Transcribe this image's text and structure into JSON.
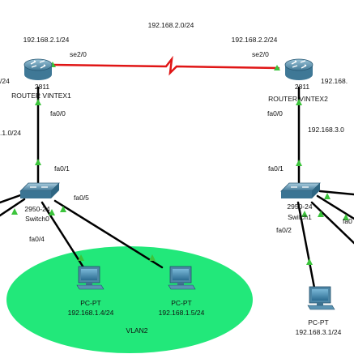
{
  "topology": {
    "wan_network": "192.168.2.0/24",
    "vlan_label": "VLAN2",
    "routers": [
      {
        "id": "r1",
        "model": "2811",
        "name": "ROUTER VINTEX1",
        "ip": "192.168.2.1/24",
        "serial_port": "se2/0",
        "lan_port": "fa0/0",
        "lan_network": ".1.0/24",
        "edge_text": "/24"
      },
      {
        "id": "r2",
        "model": "2811",
        "name": "ROUTER VINTEX2",
        "ip": "192.168.2.2/24",
        "serial_port": "se2/0",
        "lan_port": "fa0/0",
        "lan_network": "192.168.3.0",
        "edge_text": "192.168."
      }
    ],
    "switches": [
      {
        "id": "sw0",
        "model": "2950-24",
        "name": "Switch0",
        "uplink_port": "fa0/1",
        "ports": [
          "fa0/5",
          "fa0/4"
        ]
      },
      {
        "id": "sw1",
        "model": "2950-24",
        "name": "Switch1",
        "uplink_port": "fa0/1",
        "ports": [
          "fa0/2",
          "fa0"
        ]
      }
    ],
    "pcs": [
      {
        "id": "pc1",
        "type": "PC-PT",
        "ip": "192.168.1.4/24"
      },
      {
        "id": "pc2",
        "type": "PC-PT",
        "ip": "192.168.1.5/24"
      },
      {
        "id": "pc3",
        "type": "PC-PT",
        "ip": "192.168.3.1/24"
      }
    ],
    "colors": {
      "serial_link": "#e01515",
      "ethernet_link": "#000000",
      "link_up_indicator": "#3cc43c",
      "vlan_area": "#22e87a",
      "device_blue": "#4d86a6"
    }
  }
}
